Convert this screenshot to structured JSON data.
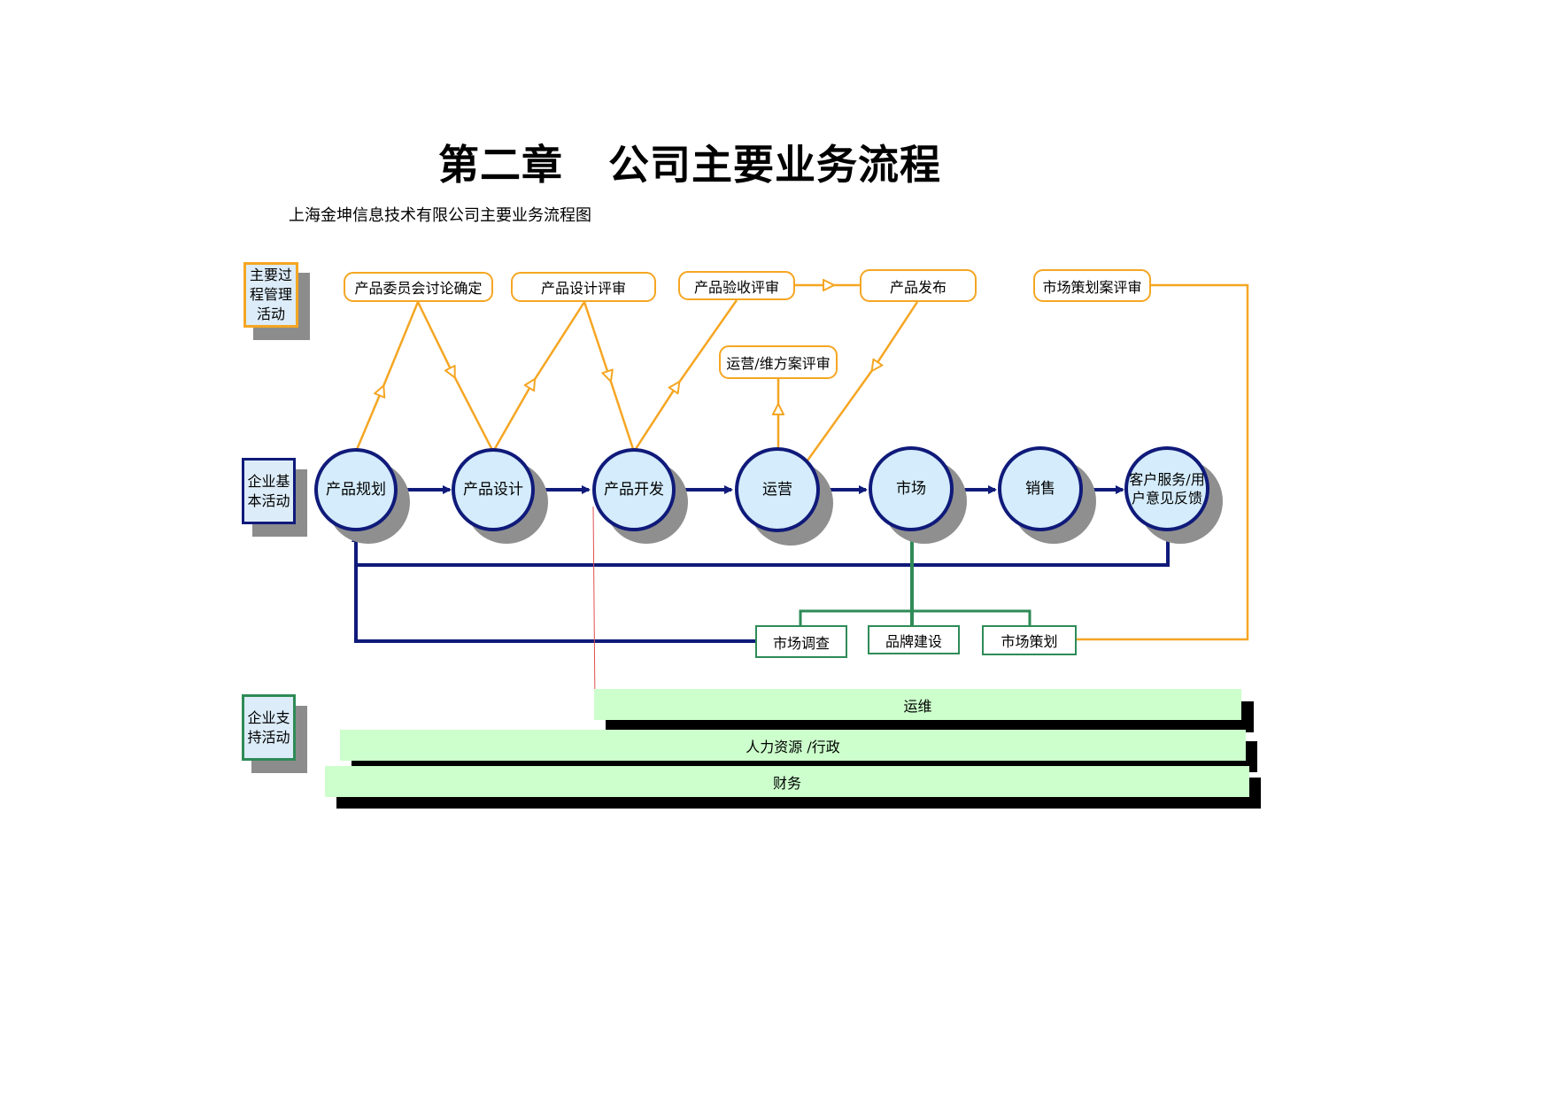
{
  "title": "第二章   公司主要业务流程",
  "subtitle": "上海金坤信息技术有限公司主要业务流程图",
  "lanes": {
    "management": "主要过程管理活动",
    "basic": "企业基本活动",
    "support": "企业支持活动"
  },
  "reviews": {
    "committee": "产品委员会讨论确定",
    "design_review": "产品设计评审",
    "acceptance_review": "产品验收评审",
    "release": "产品发布",
    "marketing_plan_review": "市场策划案评审",
    "ops_plan_review": "运营/维方案评审"
  },
  "stages": {
    "planning": "产品规划",
    "design": "产品设计",
    "development": "产品开发",
    "operation": "运营",
    "market": "市场",
    "sales": "销售",
    "service": "客户服务/用户意见反馈"
  },
  "market_tasks": {
    "research": "市场调查",
    "brand": "品牌建设",
    "planning": "市场策划"
  },
  "support_bars": {
    "ops": "运维",
    "hr_admin": "人力资源 /行政",
    "finance": "财务"
  },
  "colors": {
    "orange": "#f5a623",
    "navy": "#0f1a7a",
    "green": "#2e8b57",
    "circle_fill": "#d4ecfb",
    "bar_fill": "#ccffcc"
  }
}
